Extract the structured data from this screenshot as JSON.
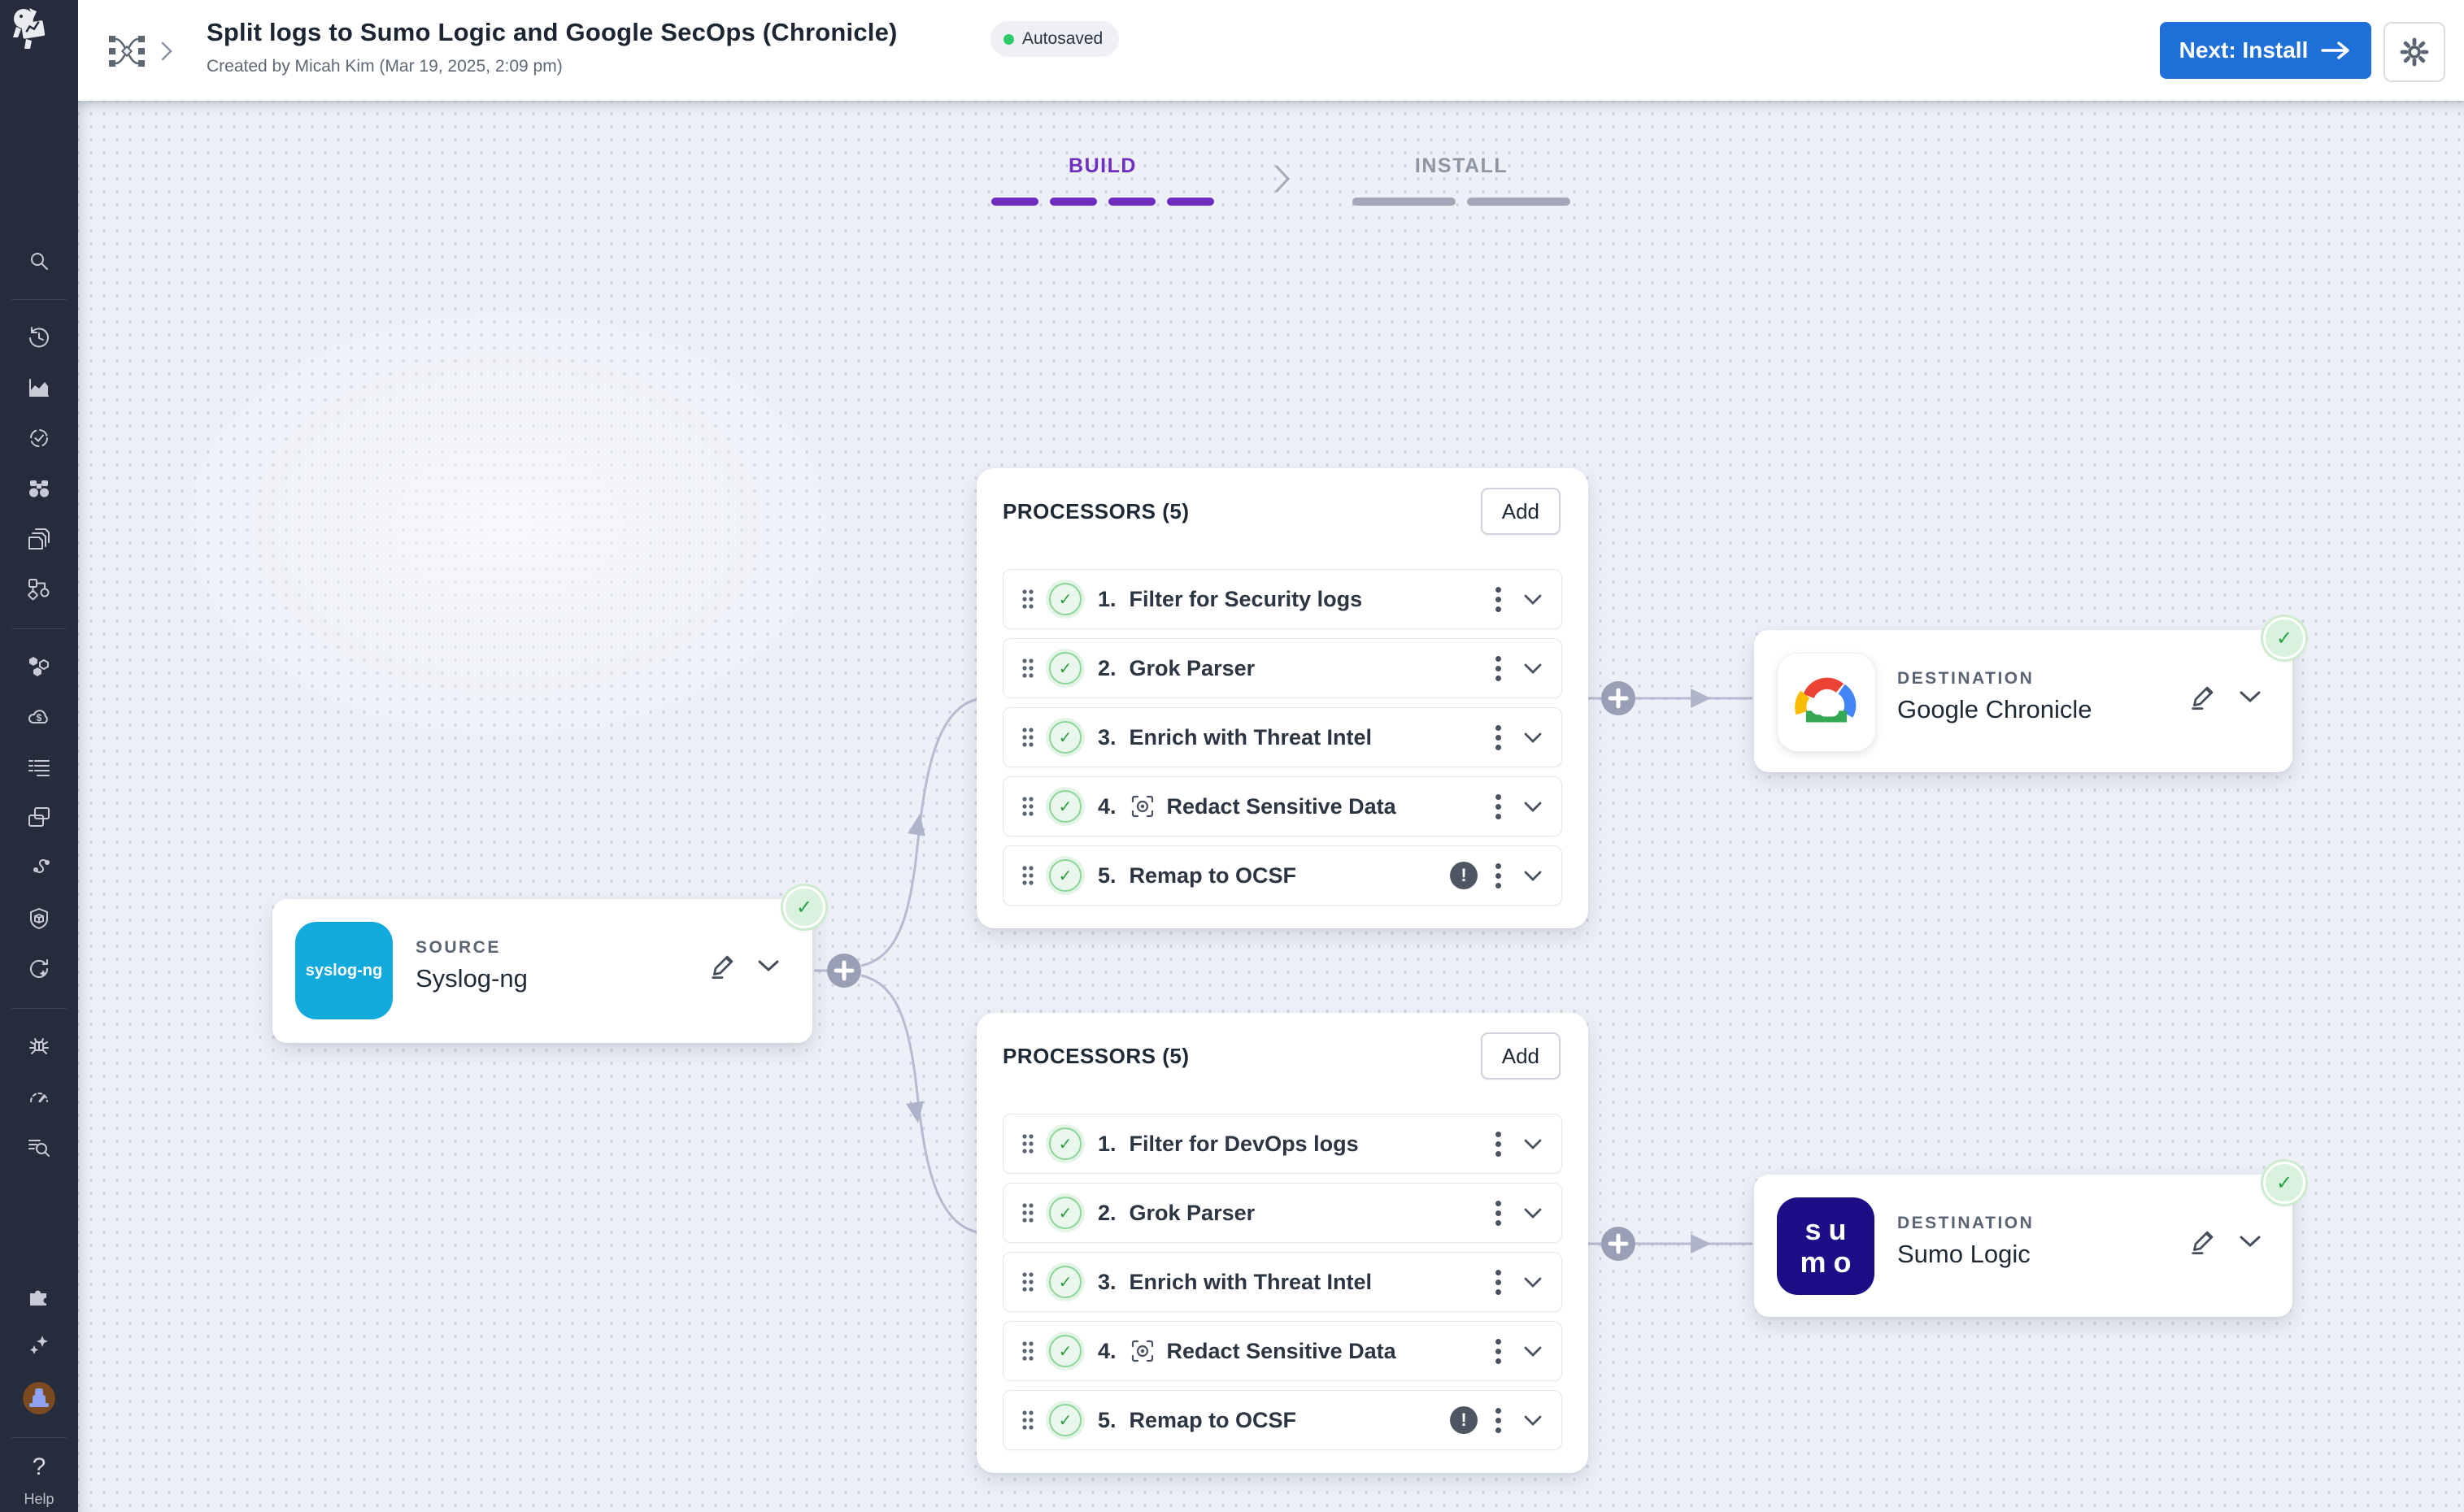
{
  "header": {
    "title": "Split logs to Sumo Logic and Google SecOps (Chronicle)",
    "subtitle": "Created by Micah Kim (Mar 19, 2025, 2:09 pm)",
    "autosaved": "Autosaved",
    "next_button": "Next: Install",
    "icons": [
      "datadog-logo",
      "observability-pipelines-icon",
      "breadcrumb-chevron-icon",
      "settings-gear-icon"
    ]
  },
  "stepper": {
    "build": "BUILD",
    "install": "INSTALL"
  },
  "sidebar": {
    "help": "Help",
    "icons": [
      "search-icon",
      "history-icon",
      "metrics-chart-icon",
      "watchdog-check-icon",
      "binoculars-icon",
      "layers-icon",
      "workflow-icon",
      "hexagons-icon",
      "cloud-cost-icon",
      "logs-lines-icon",
      "software-catalog-icon",
      "apm-trace-icon",
      "security-shield-icon",
      "sync-sparkle-icon",
      "bug-icon",
      "profiling-gauge-icon",
      "log-search-icon",
      "puzzle-icon",
      "sparkles-icon",
      "user-avatar",
      "help-icon"
    ]
  },
  "canvas": {
    "source": {
      "type_label": "SOURCE",
      "name": "Syslog-ng",
      "icon_text": "syslog-ng",
      "status": "valid"
    },
    "groups": [
      {
        "title": "PROCESSORS (5)",
        "add": "Add",
        "rows": [
          {
            "num": "1.",
            "title": "Filter for Security logs",
            "status": "valid"
          },
          {
            "num": "2.",
            "title": "Grok Parser",
            "status": "valid"
          },
          {
            "num": "3.",
            "title": "Enrich with Threat Intel",
            "status": "valid"
          },
          {
            "num": "4.",
            "title": "Redact Sensitive Data",
            "status": "valid",
            "icon": "redact-scan-eye-icon"
          },
          {
            "num": "5.",
            "title": "Remap to OCSF",
            "status": "valid",
            "warning": "!"
          }
        ]
      },
      {
        "title": "PROCESSORS (5)",
        "add": "Add",
        "rows": [
          {
            "num": "1.",
            "title": "Filter for DevOps logs",
            "status": "valid"
          },
          {
            "num": "2.",
            "title": "Grok Parser",
            "status": "valid"
          },
          {
            "num": "3.",
            "title": "Enrich with Threat Intel",
            "status": "valid"
          },
          {
            "num": "4.",
            "title": "Redact Sensitive Data",
            "status": "valid",
            "icon": "redact-scan-eye-icon"
          },
          {
            "num": "5.",
            "title": "Remap to OCSF",
            "status": "valid",
            "warning": "!"
          }
        ]
      }
    ],
    "destinations": [
      {
        "type_label": "DESTINATION",
        "name": "Google Chronicle",
        "icon": "google-cloud-logo",
        "status": "valid"
      },
      {
        "type_label": "DESTINATION",
        "name": "Sumo Logic",
        "icon": "sumo-logic-logo",
        "icon_lines": [
          "su",
          "mo"
        ],
        "status": "valid"
      }
    ],
    "connectors": [
      "add-node-plus",
      "add-node-plus",
      "add-node-plus"
    ]
  },
  "colors": {
    "accent_blue": "#1f6fd9",
    "accent_purple": "#6e2ebf",
    "success_green": "#2f9e44",
    "syslog_cyan": "#12a9dd",
    "sumo_navy": "#1b0e86",
    "sidebar_bg": "#262c3b",
    "canvas_bg": "#edf0f7"
  }
}
